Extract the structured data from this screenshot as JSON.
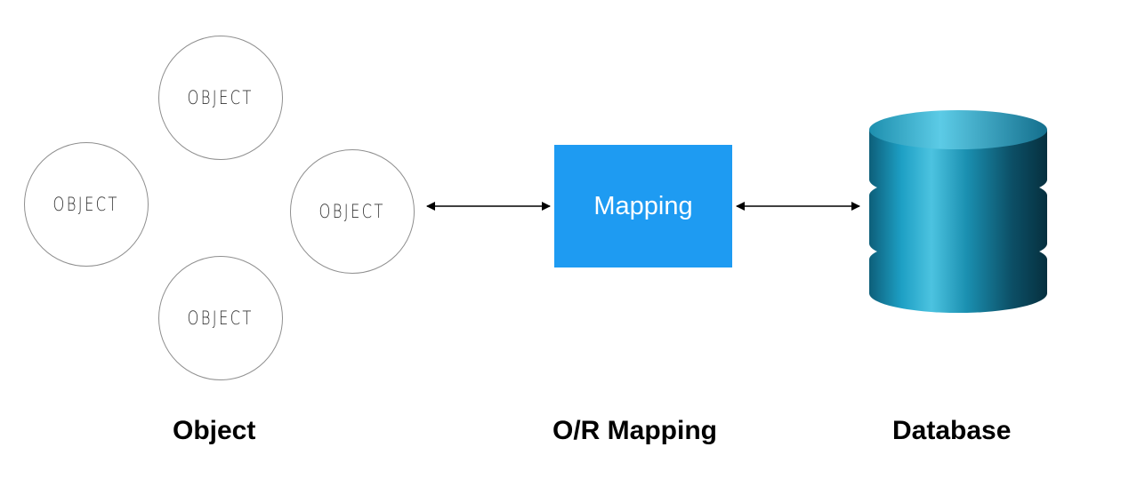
{
  "objects": {
    "circle_labels": [
      "OBJECT",
      "OBJECT",
      "OBJECT",
      "OBJECT"
    ]
  },
  "mapping": {
    "box_label": "Mapping",
    "box_color": "#1e9bf2"
  },
  "database": {
    "icon": "database-cylinder-icon",
    "color": "#1a8fb0"
  },
  "captions": {
    "object": "Object",
    "mapping": "O/R Mapping",
    "database": "Database"
  }
}
